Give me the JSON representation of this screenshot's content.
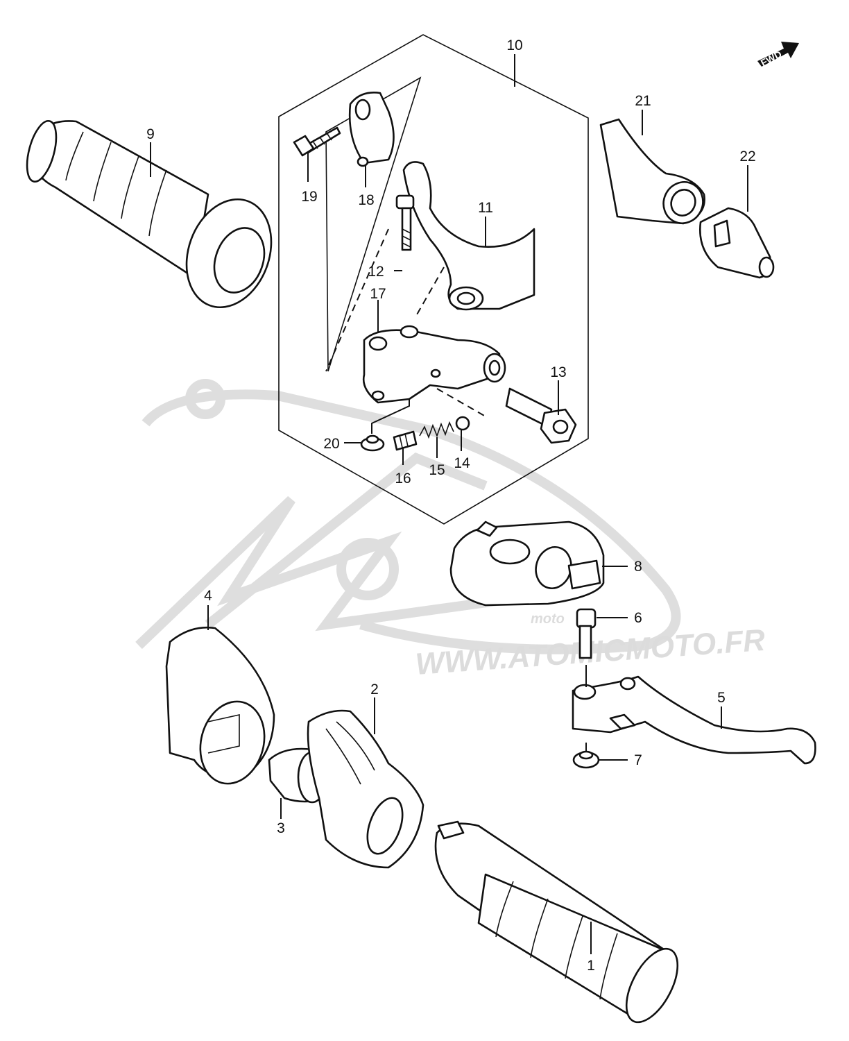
{
  "watermark": {
    "url": "WWW.ATOMICMOTO.FR",
    "sub": "moto"
  },
  "fwd_label": "FWD",
  "callouts": {
    "n1": "1",
    "n2": "2",
    "n3": "3",
    "n4": "4",
    "n5": "5",
    "n6": "6",
    "n7": "7",
    "n8": "8",
    "n9": "9",
    "n10": "10",
    "n11": "11",
    "n12": "12",
    "n13": "13",
    "n14": "14",
    "n15": "15",
    "n16": "16",
    "n17": "17",
    "n18": "18",
    "n19": "19",
    "n20": "20",
    "n21": "21",
    "n22": "22"
  }
}
